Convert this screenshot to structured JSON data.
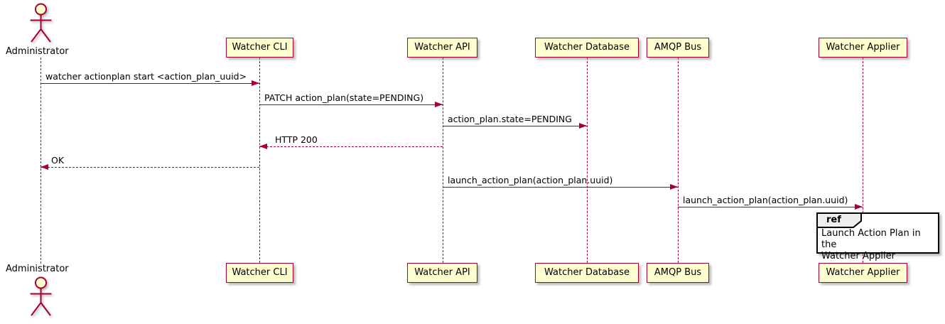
{
  "diagram_type": "sequence",
  "actor": {
    "label": "Administrator"
  },
  "participants": [
    {
      "label": "Watcher CLI"
    },
    {
      "label": "Watcher API"
    },
    {
      "label": "Watcher Database"
    },
    {
      "label": "AMQP Bus"
    },
    {
      "label": "Watcher Applier"
    }
  ],
  "messages": [
    {
      "from": "Administrator",
      "to": "Watcher CLI",
      "label": "watcher actionplan start <action_plan_uuid>",
      "line": "solid",
      "direction": "right"
    },
    {
      "from": "Watcher CLI",
      "to": "Watcher API",
      "label": "PATCH action_plan(state=PENDING)",
      "line": "solid",
      "direction": "right"
    },
    {
      "from": "Watcher API",
      "to": "Watcher Database",
      "label": "action_plan.state=PENDING",
      "line": "solid",
      "direction": "right"
    },
    {
      "from": "Watcher API",
      "to": "Watcher CLI",
      "label": "HTTP 200",
      "line": "dotted",
      "direction": "left"
    },
    {
      "from": "Watcher CLI",
      "to": "Administrator",
      "label": "OK",
      "line": "dotted",
      "direction": "left"
    },
    {
      "from": "Watcher API",
      "to": "AMQP Bus",
      "label": "launch_action_plan(action_plan.uuid)",
      "line": "solid",
      "direction": "right"
    },
    {
      "from": "AMQP Bus",
      "to": "Watcher Applier",
      "label": "launch_action_plan(action_plan.uuid)",
      "line": "solid",
      "direction": "right"
    }
  ],
  "ref": {
    "tag": "ref",
    "over": "Watcher Applier",
    "line1": "Launch Action Plan in the",
    "line2": "Watcher Applier"
  },
  "colors": {
    "stroke": "#A80036",
    "participant_fill": "#FEFECE",
    "text": "#000000",
    "ref_tab_fill": "#EEEEEE",
    "ref_border": "#000000",
    "background": "#FFFFFF"
  }
}
